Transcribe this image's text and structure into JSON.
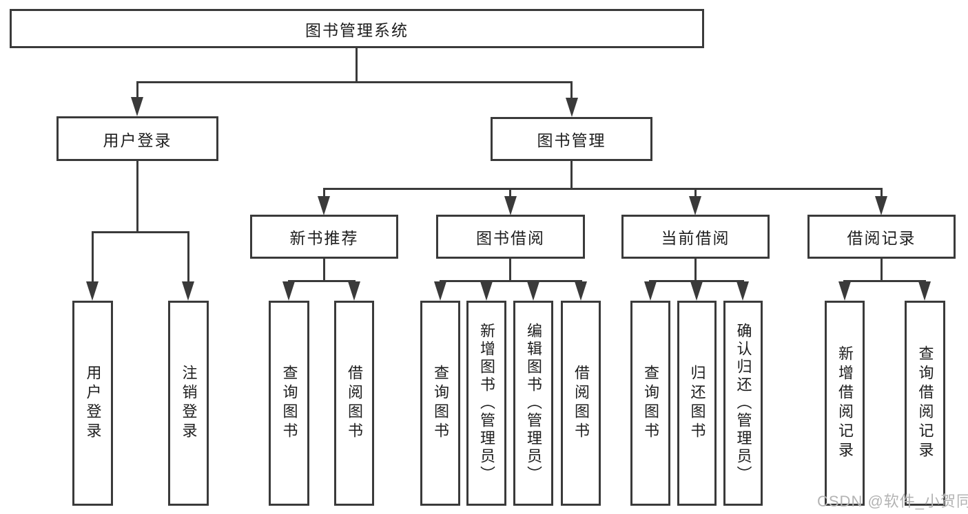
{
  "tree": {
    "label": "图书管理系统",
    "children": [
      {
        "label": "用户登录",
        "children": [
          {
            "label": "用户登录"
          },
          {
            "label": "注销登录"
          }
        ]
      },
      {
        "label": "图书管理",
        "children": [
          {
            "label": "新书推荐",
            "children": [
              {
                "label": "查询图书"
              },
              {
                "label": "借阅图书"
              }
            ]
          },
          {
            "label": "图书借阅",
            "children": [
              {
                "label": "查询图书"
              },
              {
                "label": "新增图书（管理员）"
              },
              {
                "label": "编辑图书（管理员）"
              },
              {
                "label": "借阅图书"
              }
            ]
          },
          {
            "label": "当前借阅",
            "children": [
              {
                "label": "查询图书"
              },
              {
                "label": "归还图书"
              },
              {
                "label": "确认归还（管理员）"
              }
            ]
          },
          {
            "label": "借阅记录",
            "children": [
              {
                "label": "新增借阅记录"
              },
              {
                "label": "查询借阅记录"
              }
            ]
          }
        ]
      }
    ]
  },
  "watermark": {
    "text": "CSDN @软件_小贺同学",
    "color": "#b3b3b3"
  },
  "colors": {
    "line": "#3a3a3a",
    "text": "#1e1e1e",
    "background": "#ffffff"
  }
}
